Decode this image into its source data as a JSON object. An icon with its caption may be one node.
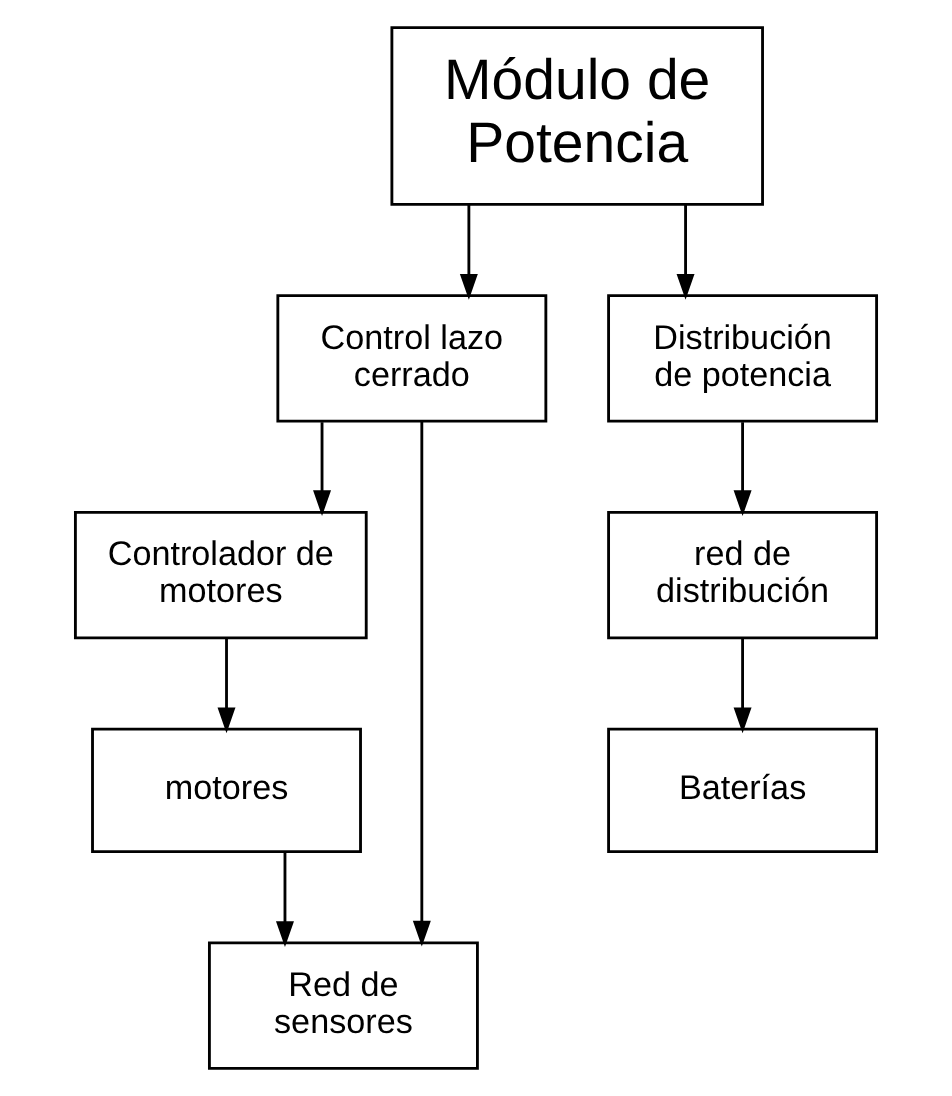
{
  "diagram": {
    "nodes": [
      {
        "text": [
          "Módulo de Potencia"
        ]
      },
      {
        "text": [
          "Control lazo cerrado"
        ]
      },
      {
        "text": [
          "Distribución de potencia"
        ]
      },
      {
        "text": [
          "Controlador de motores"
        ]
      },
      {
        "text": [
          "Red de sensores"
        ]
      },
      {
        "text": [
          "red de distribución"
        ]
      },
      {
        "text": [
          "Baterías"
        ]
      },
      {
        "text": [
          "motores"
        ]
      }
    ],
    "edges": [
      {
        "from": 0,
        "to": 1,
        "arrow": "to"
      },
      {
        "from": 0,
        "to": 2,
        "arrow": "to"
      },
      {
        "from": 1,
        "to": 3,
        "arrow": "to"
      },
      {
        "from": 1,
        "to": 4,
        "arrow": "to"
      },
      {
        "from": 2,
        "to": 5,
        "arrow": "to"
      },
      {
        "from": 5,
        "to": 6,
        "arrow": "to"
      },
      {
        "from": 3,
        "to": 7,
        "arrow": "to"
      },
      {
        "from": 7,
        "to": 4,
        "arrow": "to"
      }
    ]
  }
}
